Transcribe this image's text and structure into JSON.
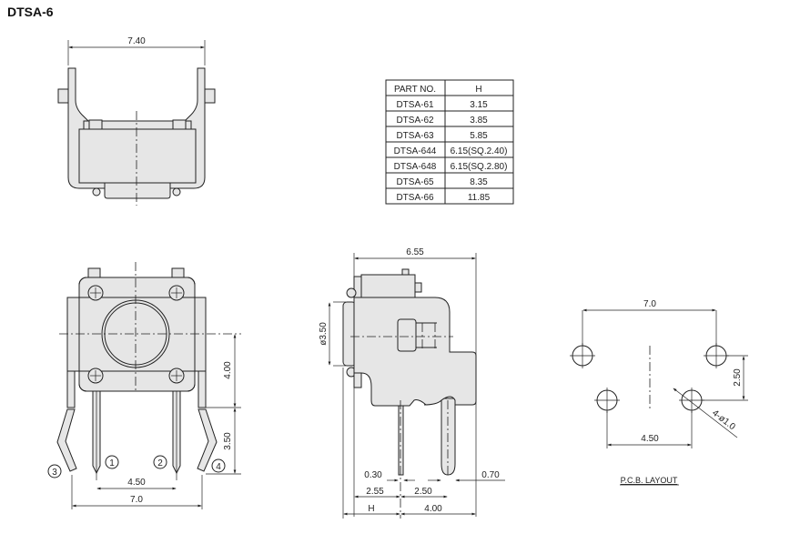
{
  "title": "DTSA-6",
  "top_view": {
    "width_dim": "7.40"
  },
  "table": {
    "headers": [
      "PART NO.",
      "H"
    ],
    "rows": [
      [
        "DTSA-61",
        "3.15"
      ],
      [
        "DTSA-62",
        "3.85"
      ],
      [
        "DTSA-63",
        "5.85"
      ],
      [
        "DTSA-644",
        "6.15(SQ.2.40)"
      ],
      [
        "DTSA-648",
        "6.15(SQ.2.80)"
      ],
      [
        "DTSA-65",
        "8.35"
      ],
      [
        "DTSA-66",
        "11.85"
      ]
    ]
  },
  "front_view": {
    "dim_height_upper": "4.00",
    "dim_height_lower": "3.50",
    "dim_pin_pitch": "4.50",
    "dim_width": "7.0",
    "pins": [
      "1",
      "2",
      "3",
      "4"
    ]
  },
  "side_view": {
    "dim_width": "6.55",
    "dim_diameter": "ø3.50",
    "dim_030": "0.30",
    "dim_070": "0.70",
    "dim_255": "2.55",
    "dim_250": "2.50",
    "dim_h": "H",
    "dim_400": "4.00"
  },
  "pcb_layout": {
    "dim_width": "7.0",
    "dim_vertical": "2.50",
    "dim_pitch": "4.50",
    "dim_holes": "4-ø1.0",
    "label": "P.C.B. LAYOUT"
  }
}
